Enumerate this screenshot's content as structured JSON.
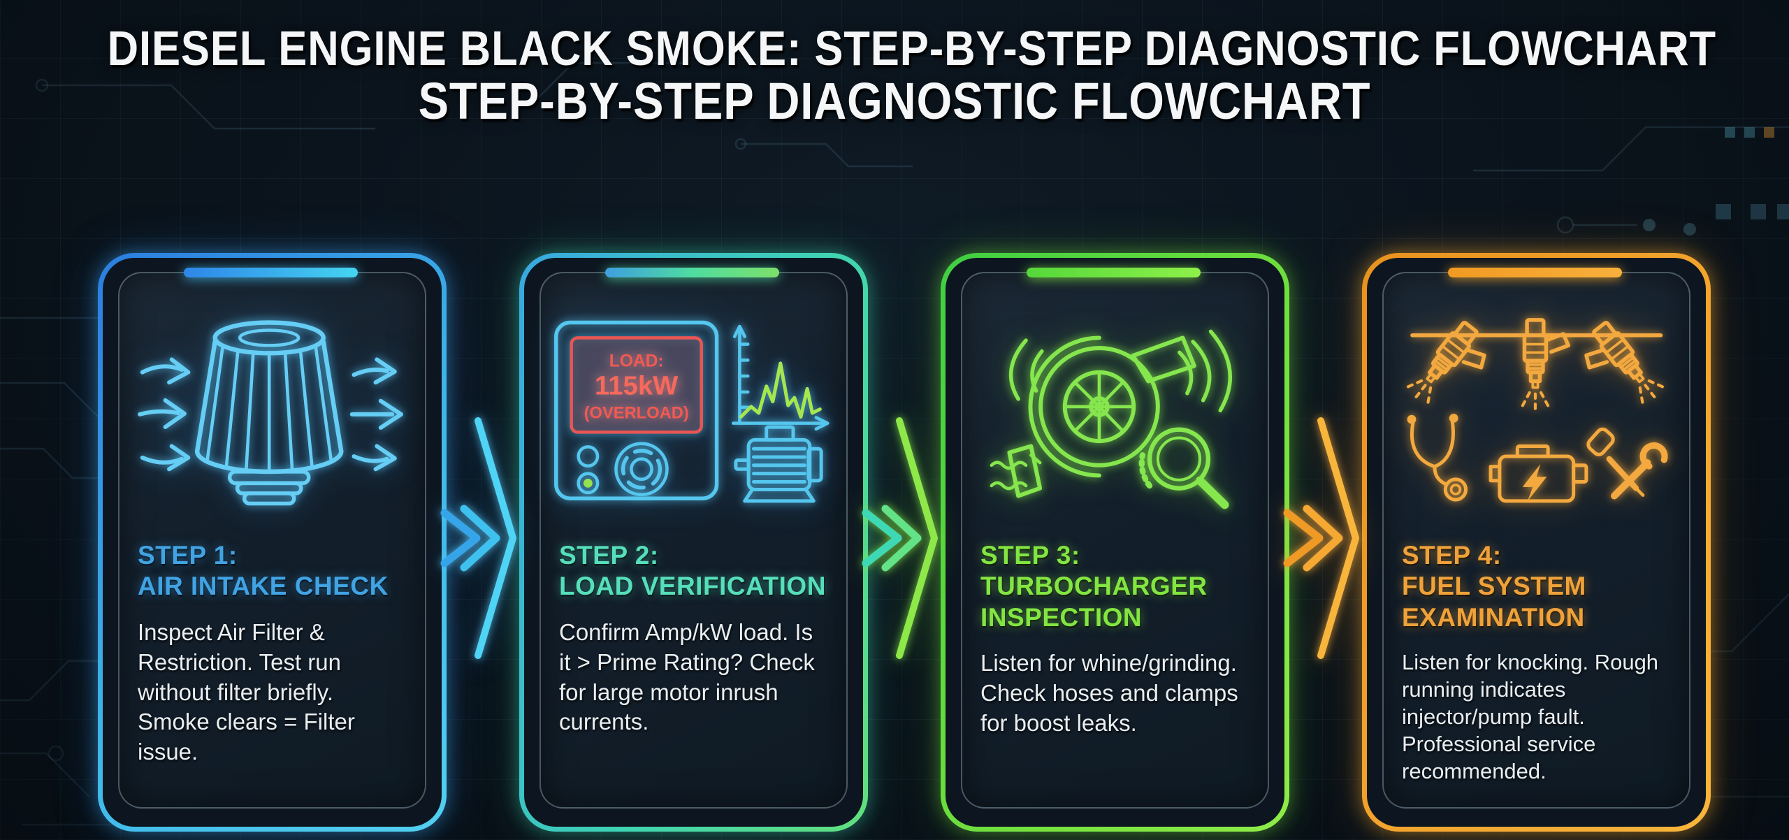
{
  "title": {
    "line1": "DIESEL ENGINE BLACK SMOKE: STEP-BY-STEP DIAGNOSTIC FLOWCHART",
    "line2": "STEP-BY-STEP DIAGNOSTIC FLOWCHART"
  },
  "steps": [
    {
      "label": "STEP 1:",
      "title": "AIR INTAKE CHECK",
      "body": "Inspect Air Filter & Restriction. Test run without filter briefly. Smoke clears = Filter issue.",
      "accent_color": "#41a3e3",
      "border_gradient": [
        "#2b7de0",
        "#52d0f0"
      ],
      "icon": "air-filter-with-airflow-arrows"
    },
    {
      "label": "STEP 2:",
      "title": "LOAD VERIFICATION",
      "body": "Confirm Amp/kW load. Is it > Prime Rating? Check for large motor inrush currents.",
      "accent_color": "#57debb",
      "border_gradient": [
        "#38a8e0",
        "#62e07c"
      ],
      "icon": "load-control-panel-with-motor-and-waveform",
      "display": {
        "line1": "LOAD:",
        "line2": "115kW",
        "line3": "(OVERLOAD)",
        "text_color": "#f25a52"
      }
    },
    {
      "label": "STEP 3:",
      "title": "TURBOCHARGER\nINSPECTION",
      "body": "Listen for whine/grinding. Check hoses and clamps for boost leaks.",
      "accent_color": "#83e542",
      "border_gradient": [
        "#3ecf42",
        "#8fec48"
      ],
      "icon": "turbocharger-with-sound-waves-and-magnifier"
    },
    {
      "label": "STEP 4:",
      "title": "FUEL SYSTEM\nEXAMINATION",
      "body": "Listen for knocking. Rough running indicates injector/pump fault. Professional service recommended.",
      "accent_color": "#f0a23a",
      "border_gradient": [
        "#e8921e",
        "#f8b53c"
      ],
      "icon": "fuel-injectors-with-stethoscope-engine-and-tools"
    }
  ],
  "separators": [
    {
      "type": "triple-chevron-right",
      "colors": [
        "#35a4e8",
        "#3fc1ef",
        "#4fd4f5"
      ]
    },
    {
      "type": "triple-chevron-right",
      "colors": [
        "#3ed9b4",
        "#63e287",
        "#8fe84a"
      ]
    },
    {
      "type": "triple-chevron-right",
      "colors": [
        "#f09a26",
        "#f5a832",
        "#f8b53c"
      ]
    }
  ],
  "background": {
    "base_color": "#0b141d",
    "style": "dark circuit-board grid with faint traces and pads",
    "title_color": "#f4f6f7",
    "body_text_color": "#e9eef1"
  }
}
